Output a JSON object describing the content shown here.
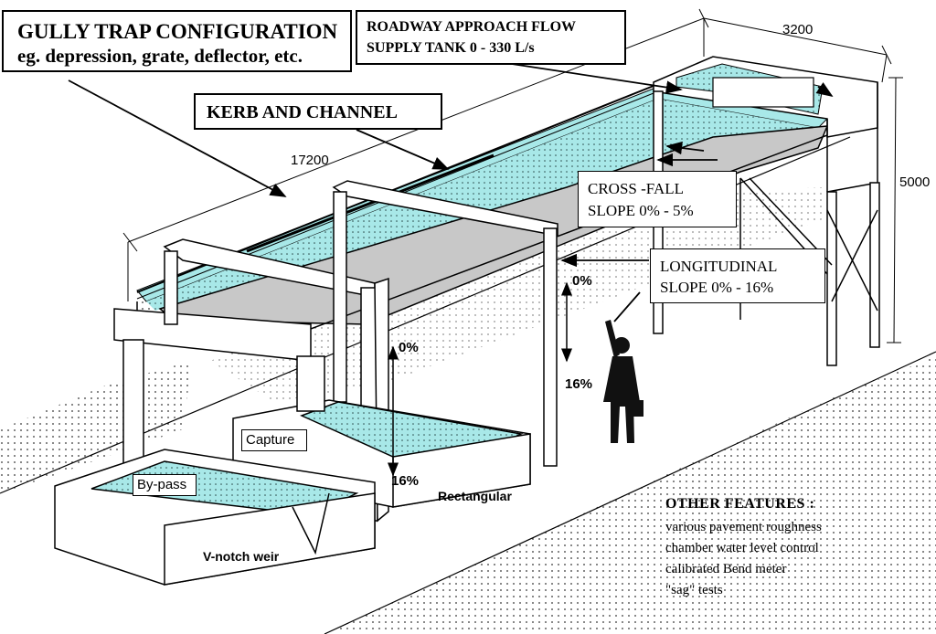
{
  "diagram": {
    "gully_trap": {
      "title": "GULLY TRAP CONFIGURATION",
      "subtitle": "eg. depression, grate, deflector, etc."
    },
    "supply_tank": {
      "line1": "ROADWAY APPROACH FLOW",
      "line2": "SUPPLY TANK  0 - 330  L/s"
    },
    "kerb_channel": "KERB AND CHANNEL",
    "cross_fall": {
      "line1": "CROSS -FALL",
      "line2": "SLOPE 0% - 5%"
    },
    "longitudinal": {
      "line1": "LONGITUDINAL",
      "line2": "SLOPE 0% - 16%"
    },
    "dimensions": {
      "length": "17200",
      "width": "3200",
      "height": "5000"
    },
    "slope_marks": {
      "right_top": "0%",
      "right_bottom": "16%",
      "left_top": "0%",
      "left_bottom": "16%"
    },
    "chambers": {
      "capture": "Capture",
      "bypass": "By-pass",
      "rectangular": "Rectangular",
      "vnotch": "V-notch weir"
    },
    "other_features": {
      "title": "OTHER FEATURES :",
      "items": [
        "various pavement roughness",
        "chamber water level control",
        "calibrated Bend meter",
        "\"sag\" tests"
      ]
    },
    "colors": {
      "water": "#a8e8e8",
      "road": "#c8c8c8",
      "line": "#000000",
      "background": "#ffffff"
    }
  }
}
